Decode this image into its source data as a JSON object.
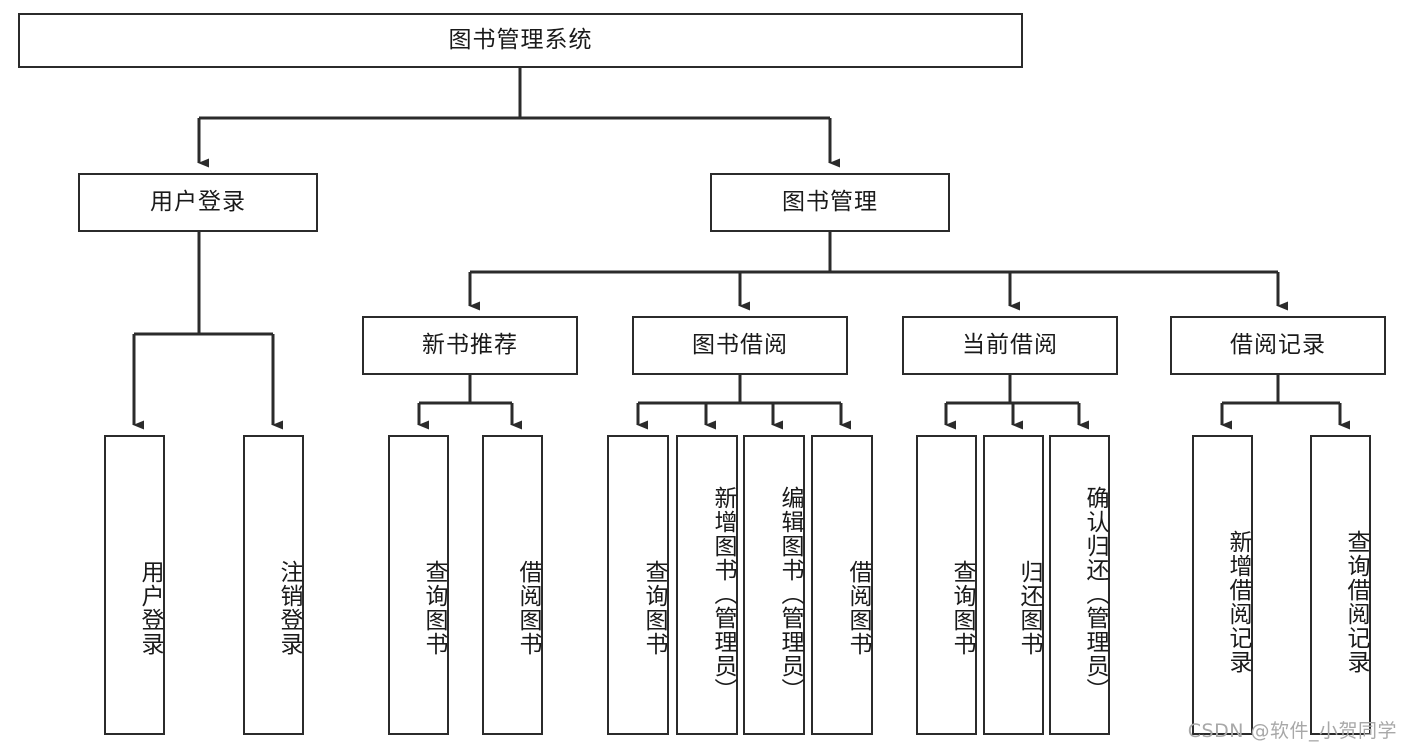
{
  "diagram": {
    "type": "hierarchy-tree",
    "title": "图书管理系统",
    "orientation": "top-down",
    "colors": {
      "box_border": "#2b2b2b",
      "box_fill": "#ffffff",
      "connector": "#2b2b2b",
      "text": "#1a1a1a",
      "watermark": "#a8a8a8"
    },
    "root": {
      "label": "图书管理系统"
    },
    "level2": [
      {
        "label": "用户登录"
      },
      {
        "label": "图书管理"
      }
    ],
    "level3": [
      {
        "label": "新书推荐"
      },
      {
        "label": "图书借阅"
      },
      {
        "label": "当前借阅"
      },
      {
        "label": "借阅记录"
      }
    ],
    "leaves": {
      "user_login": [
        {
          "label": "用户登录"
        },
        {
          "label": "注销登录"
        }
      ],
      "new_book_recommend": [
        {
          "label": "查询图书"
        },
        {
          "label": "借阅图书"
        }
      ],
      "book_borrow": [
        {
          "label": "查询图书"
        },
        {
          "label": "新增图书（管理员）"
        },
        {
          "label": "编辑图书（管理员）"
        },
        {
          "label": "借阅图书"
        }
      ],
      "current_borrow": [
        {
          "label": "查询图书"
        },
        {
          "label": "归还图书"
        },
        {
          "label": "确认归还（管理员）"
        }
      ],
      "borrow_record": [
        {
          "label": "新增借阅记录"
        },
        {
          "label": "查询借阅记录"
        }
      ]
    }
  },
  "watermark": {
    "text": "CSDN @软件_小贺同学"
  }
}
